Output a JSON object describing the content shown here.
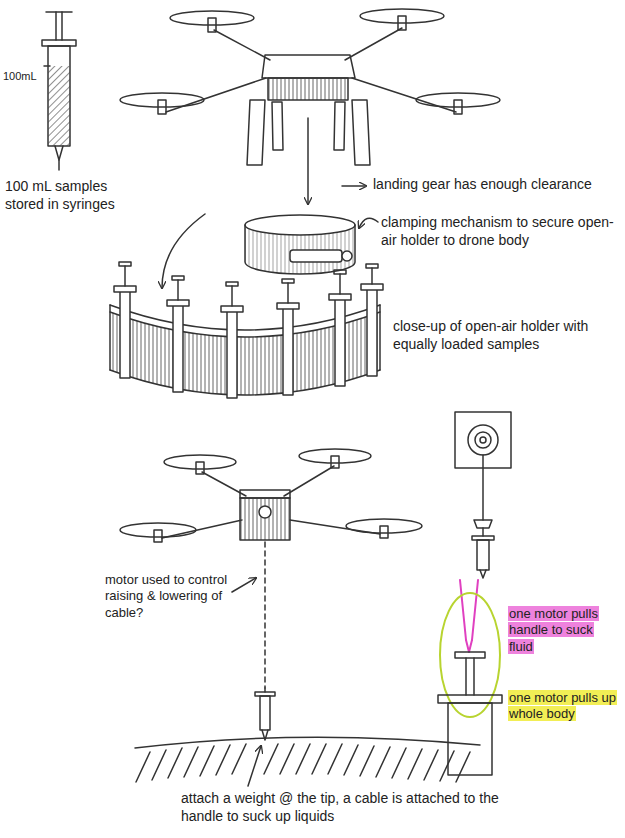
{
  "diagram": {
    "labels": [
      "100mL",
      "100 mL samples stored in syringes",
      "landing gear has enough clearance",
      "clamping mechanism to secure open-air holder to drone body",
      "close-up of open-air holder with equally loaded samples",
      "motor used to control raising & lowering of cable?",
      "one motor pulls handle to suck fluid",
      "one motor pulls up whole body",
      "attach a weight @ the tip, a cable is attached to the handle to suck up liquids"
    ]
  }
}
